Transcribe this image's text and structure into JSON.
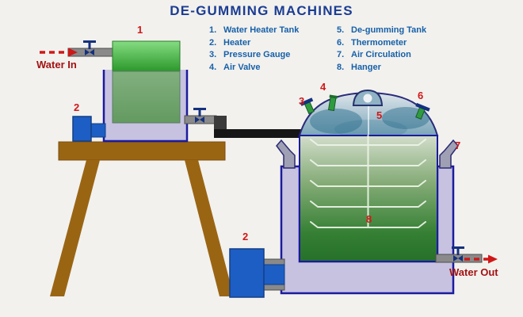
{
  "title": "DE-GUMMING MACHINES",
  "legend": {
    "items": [
      {
        "num": "1.",
        "label": "Water Heater Tank"
      },
      {
        "num": "2.",
        "label": "Heater"
      },
      {
        "num": "3.",
        "label": "Pressure Gauge"
      },
      {
        "num": "4.",
        "label": "Air Valve"
      },
      {
        "num": "5.",
        "label": "De-gumming Tank"
      },
      {
        "num": "6.",
        "label": "Thermometer"
      },
      {
        "num": "7.",
        "label": "Air Circulation"
      },
      {
        "num": "8.",
        "label": "Hanger"
      }
    ]
  },
  "labels": {
    "water_in": "Water In",
    "water_out": "Water Out"
  },
  "callouts": {
    "water_heater_tank": "1",
    "heater_left": "2",
    "heater_bottom": "2",
    "pressure_gauge": "3",
    "air_valve": "4",
    "degumming_tank": "5",
    "thermometer": "6",
    "air_circulation": "7",
    "hanger": "8"
  },
  "colors": {
    "title_blue": "#1b3c92",
    "legend_blue": "#1660a8",
    "callout_red": "#d01818",
    "flow_red": "#a31212",
    "tank_green_bright": "#2b982b",
    "degum_green_dark": "#26702a",
    "bath_lavender": "#c6c2e0",
    "outline_navy": "#1b1b9e",
    "heater_blue": "#1d5ec4",
    "table_brown": "#9a6513",
    "pipe_gray": "#8a8a8a",
    "dome_teal": "#7aa6ba"
  }
}
